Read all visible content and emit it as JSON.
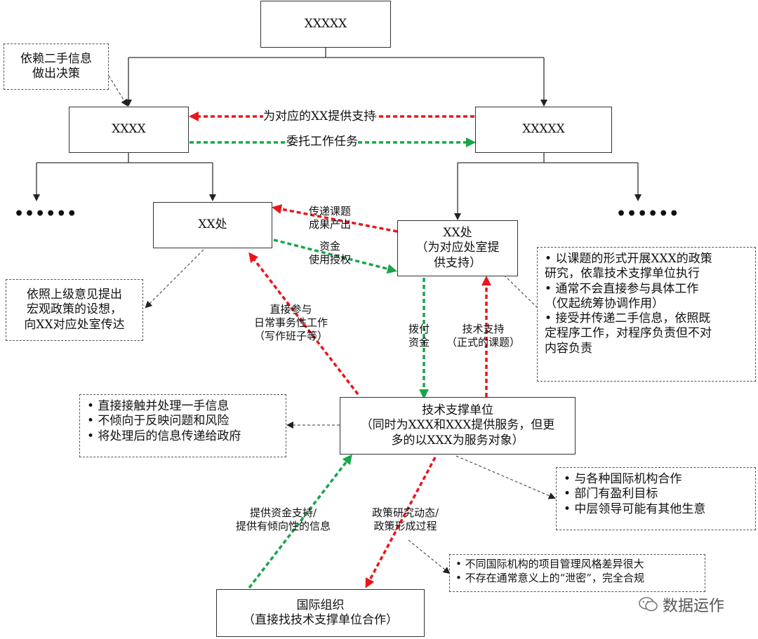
{
  "nodes": {
    "top": "XXXXX",
    "left_mid": "XXXX",
    "right_mid": "XXXXX",
    "xx_office": "XX处",
    "xx_office2": {
      "title": "XX处",
      "sub1": "（为对应处室提",
      "sub2": "供支持）"
    },
    "tech_unit": {
      "title": "技术支撑单位",
      "sub1": "（同时为XXX和XXX提供服务，但更",
      "sub2": "多的以XXX为服务对象）"
    },
    "intl_org": {
      "title": "国际组织",
      "sub": "（直接找技术支撑单位合作）"
    }
  },
  "notes": {
    "second_hand": [
      "依赖二手信息",
      "做出决策"
    ],
    "superior": [
      "依照上级意见提出",
      "宏观政策的设想，",
      "向XX对应处室传达"
    ],
    "office_notes": [
      "• 以课题的形式开展XXX的政策",
      "研究，依靠技术支撑单位执行",
      "• 通常不会直接参与具体工作",
      "（仅起统筹协调作用）",
      "• 接受并传递二手信息，依照既",
      "定程序工作，对程序负责但不对",
      "内容负责"
    ],
    "tech_notes": [
      "• 直接接触并处理一手信息",
      "• 不倾向于反映问题和风险",
      "• 将处理后的信息传递给政府"
    ],
    "tech_right_notes": [
      "• 与各种国际机构合作",
      "• 部门有盈利目标",
      "• 中层领导可能有其他生意"
    ],
    "intl_notes": [
      "• 不同国际机构的项目管理风格差异很大",
      "• 不存在通常意义上的“泄密”，完全合规"
    ]
  },
  "labels": {
    "support": "为对应的XX提供支持",
    "entrust": "委托工作任务",
    "deliver": [
      "传递课题",
      "成果产出"
    ],
    "funds": [
      "资金",
      "使用授权"
    ],
    "participate": [
      "直接参与",
      "日常事务性工作",
      "（写作班子等）"
    ],
    "allocate": [
      "拨付",
      "资金"
    ],
    "tech_support": [
      "技术支持",
      "（正式的课题）"
    ],
    "provide_funds": [
      "提供资金支持/",
      "提供有倾向性的信息"
    ],
    "policy_dyn": [
      "政策研究动态/",
      "政策形成过程"
    ]
  },
  "ellipsis": "••••••",
  "watermark": "数据运作",
  "colors": {
    "red": "#e8161c",
    "green": "#19a54b",
    "line": "#333333"
  }
}
